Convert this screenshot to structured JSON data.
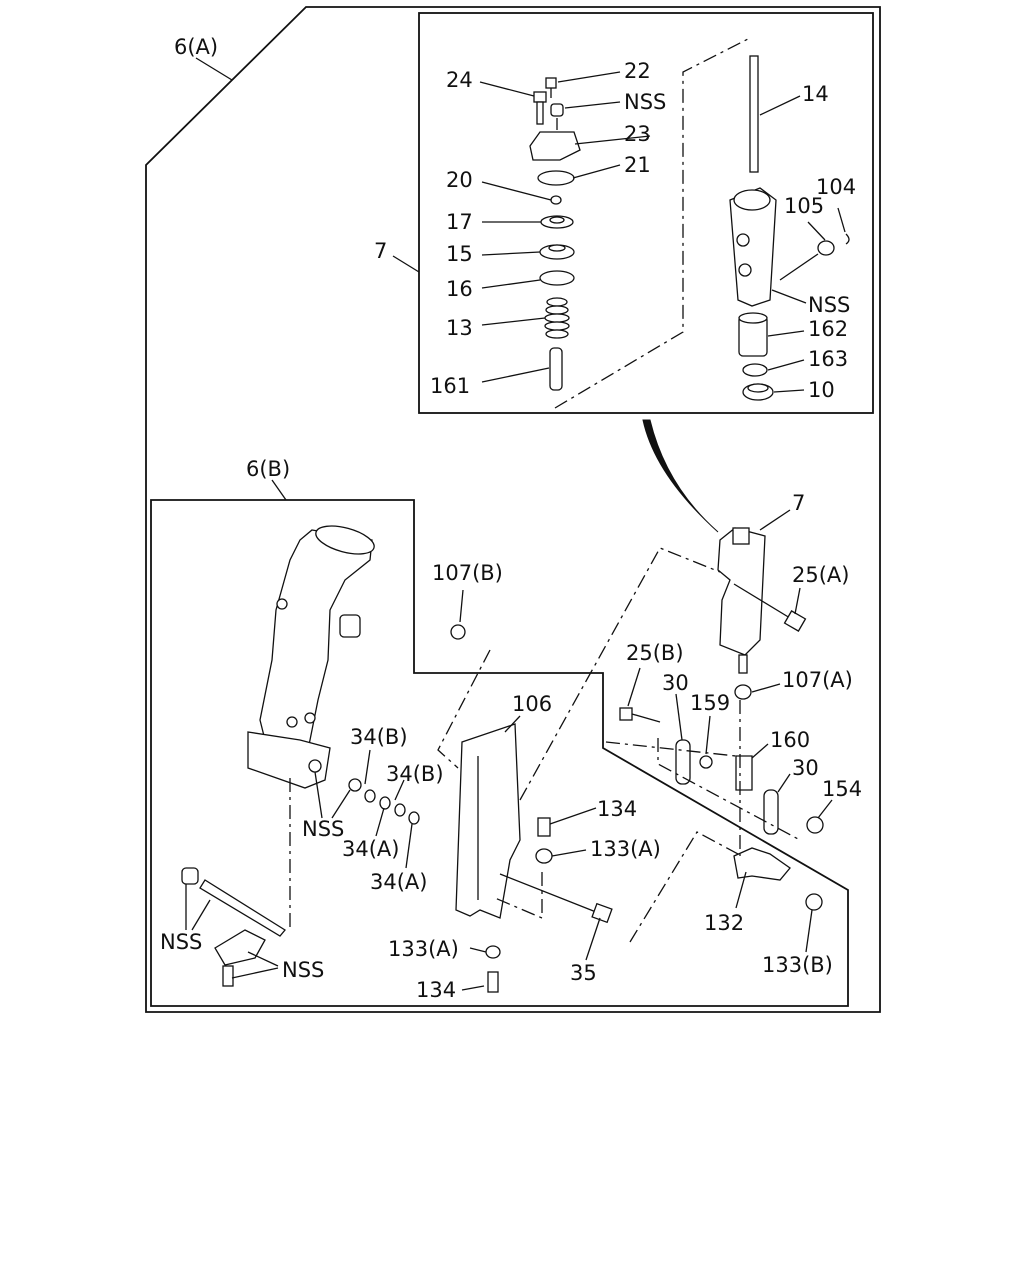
{
  "diagram": {
    "labels": {
      "l6a": "6(A)",
      "l6b": "6(B)",
      "l7a": "7",
      "l7b": "7",
      "l24": "24",
      "l22": "22",
      "nss_top": "NSS",
      "l23": "23",
      "l21": "21",
      "l20": "20",
      "l17": "17",
      "l15": "15",
      "l16": "16",
      "l13": "13",
      "l161": "161",
      "l14": "14",
      "l104": "104",
      "l105": "105",
      "nss_cyl": "NSS",
      "l162": "162",
      "l163": "163",
      "l10": "10",
      "l107b": "107(B)",
      "l25a": "25(A)",
      "l25b": "25(B)",
      "l107a": "107(A)",
      "l30a": "30",
      "l159": "159",
      "l160": "160",
      "l30b": "30",
      "l154": "154",
      "l106": "106",
      "l134a": "134",
      "l133a1": "133(A)",
      "l34b1": "34(B)",
      "l34b2": "34(B)",
      "l34a1": "34(A)",
      "l34a2": "34(A)",
      "nss_pipe": "NSS",
      "nss_shaft": "NSS",
      "nss_plate": "NSS",
      "l133a2": "133(A)",
      "l134b": "134",
      "l35": "35",
      "l132": "132",
      "l133b": "133(B)"
    }
  }
}
